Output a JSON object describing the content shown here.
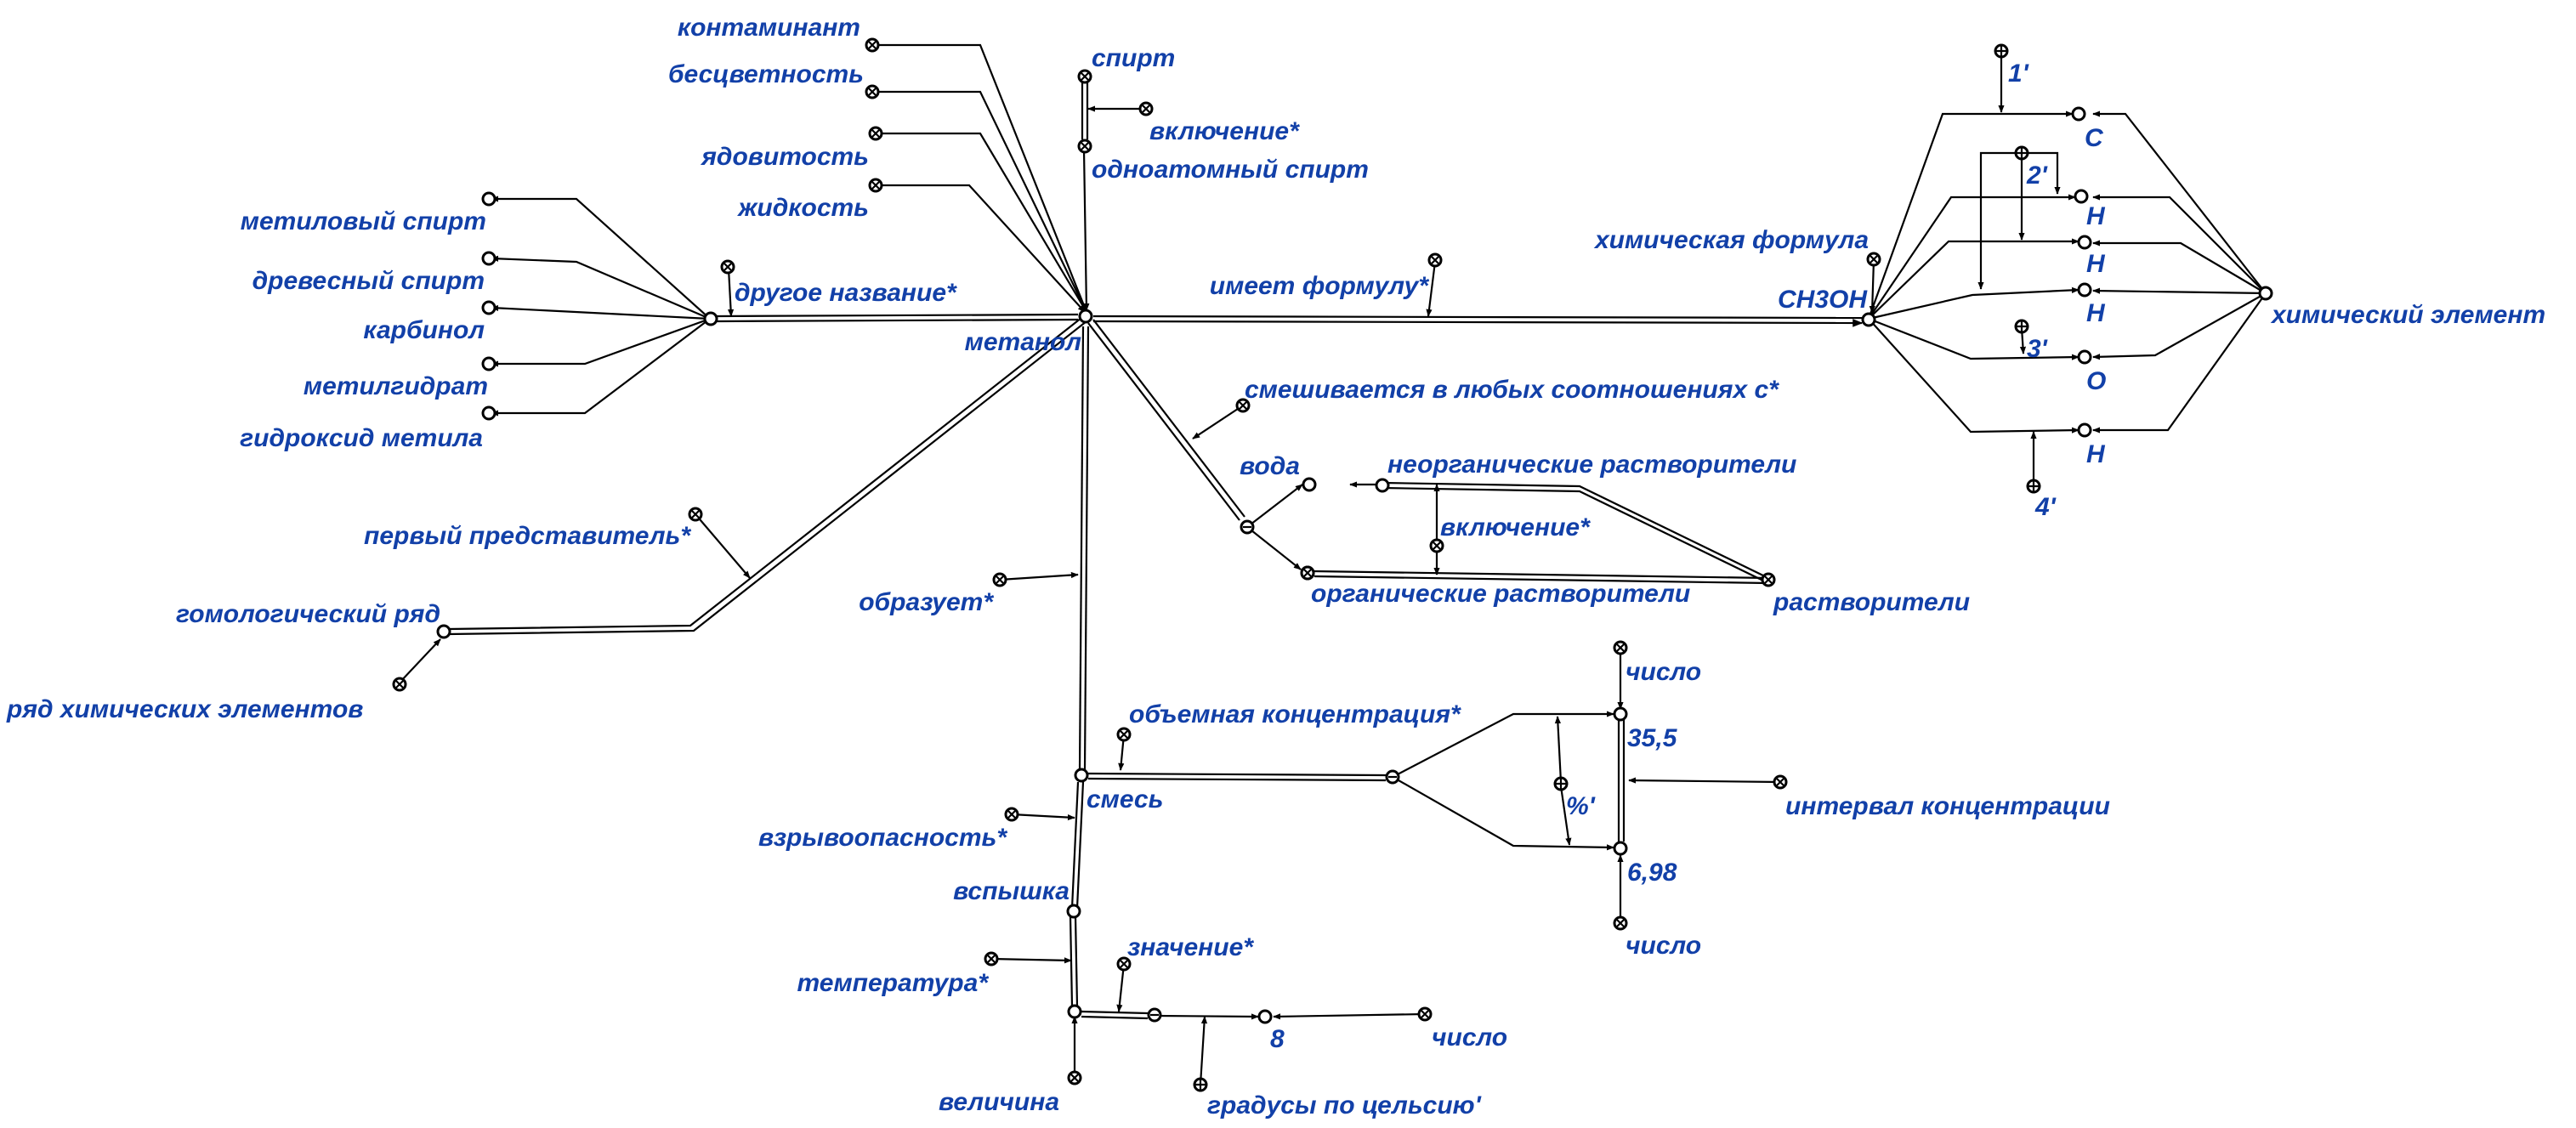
{
  "labels": {
    "kontaminant": "контаминант",
    "bestsvetnost": "бесцветность",
    "spirt": "спирт",
    "vkluchenie_top": "включение*",
    "yadovitost": "ядовитость",
    "odnoatomny": "одноатомный спирт",
    "zhidkost": "жидкость",
    "metilovy_spirt": "метиловый спирт",
    "drevesny_spirt": "древесный спирт",
    "karbinol": "карбинол",
    "metilgidrat": "метилгидрат",
    "gidroksid": "гидроксид метила",
    "drugoe_nazvanie": "другое название*",
    "metanol": "метанол",
    "imeet_formulu": "имеет формулу*",
    "himicheskaya_formula": "химическая формула",
    "ch3oh": "CH3OH",
    "smeshivaetsya": "смешивается в любых соотношениях с*",
    "voda": "вода",
    "neorg": "неорганические растворители",
    "vkluchenie_mid": "включение*",
    "org": "органические растворители",
    "rastvoriteli": "растворители",
    "perviy": "первый представитель*",
    "gomolog": "гомологический ряд",
    "ryad_him": "ряд химических элементов",
    "obrazuet": "образует*",
    "obemnaya": "объемная концентрация*",
    "smes": "смесь",
    "vzryvo": "взрывоопасность*",
    "vspyshka": "вспышка",
    "temperatura": "температура*",
    "velichina": "величина",
    "znachenie": "значение*",
    "graduse": "градусы по цельсию'",
    "val_8": "8",
    "chislo_bottom": "число",
    "chislo_top": "число",
    "val_35_5": "35,5",
    "percent": "%'",
    "val_6_98": "6,98",
    "chislo_mid": "число",
    "interval": "интервал концентрации",
    "el_c": "C",
    "el_h1": "H",
    "el_h2": "H",
    "el_h3": "H",
    "el_o": "O",
    "el_h4": "H",
    "mark_1": "1'",
    "mark_2": "2'",
    "mark_3": "3'",
    "mark_4": "4'",
    "himicheskiy_element": "химический элемент"
  },
  "colors": {
    "label": "#1240a8",
    "lines": "#000000",
    "background": "#ffffff"
  }
}
